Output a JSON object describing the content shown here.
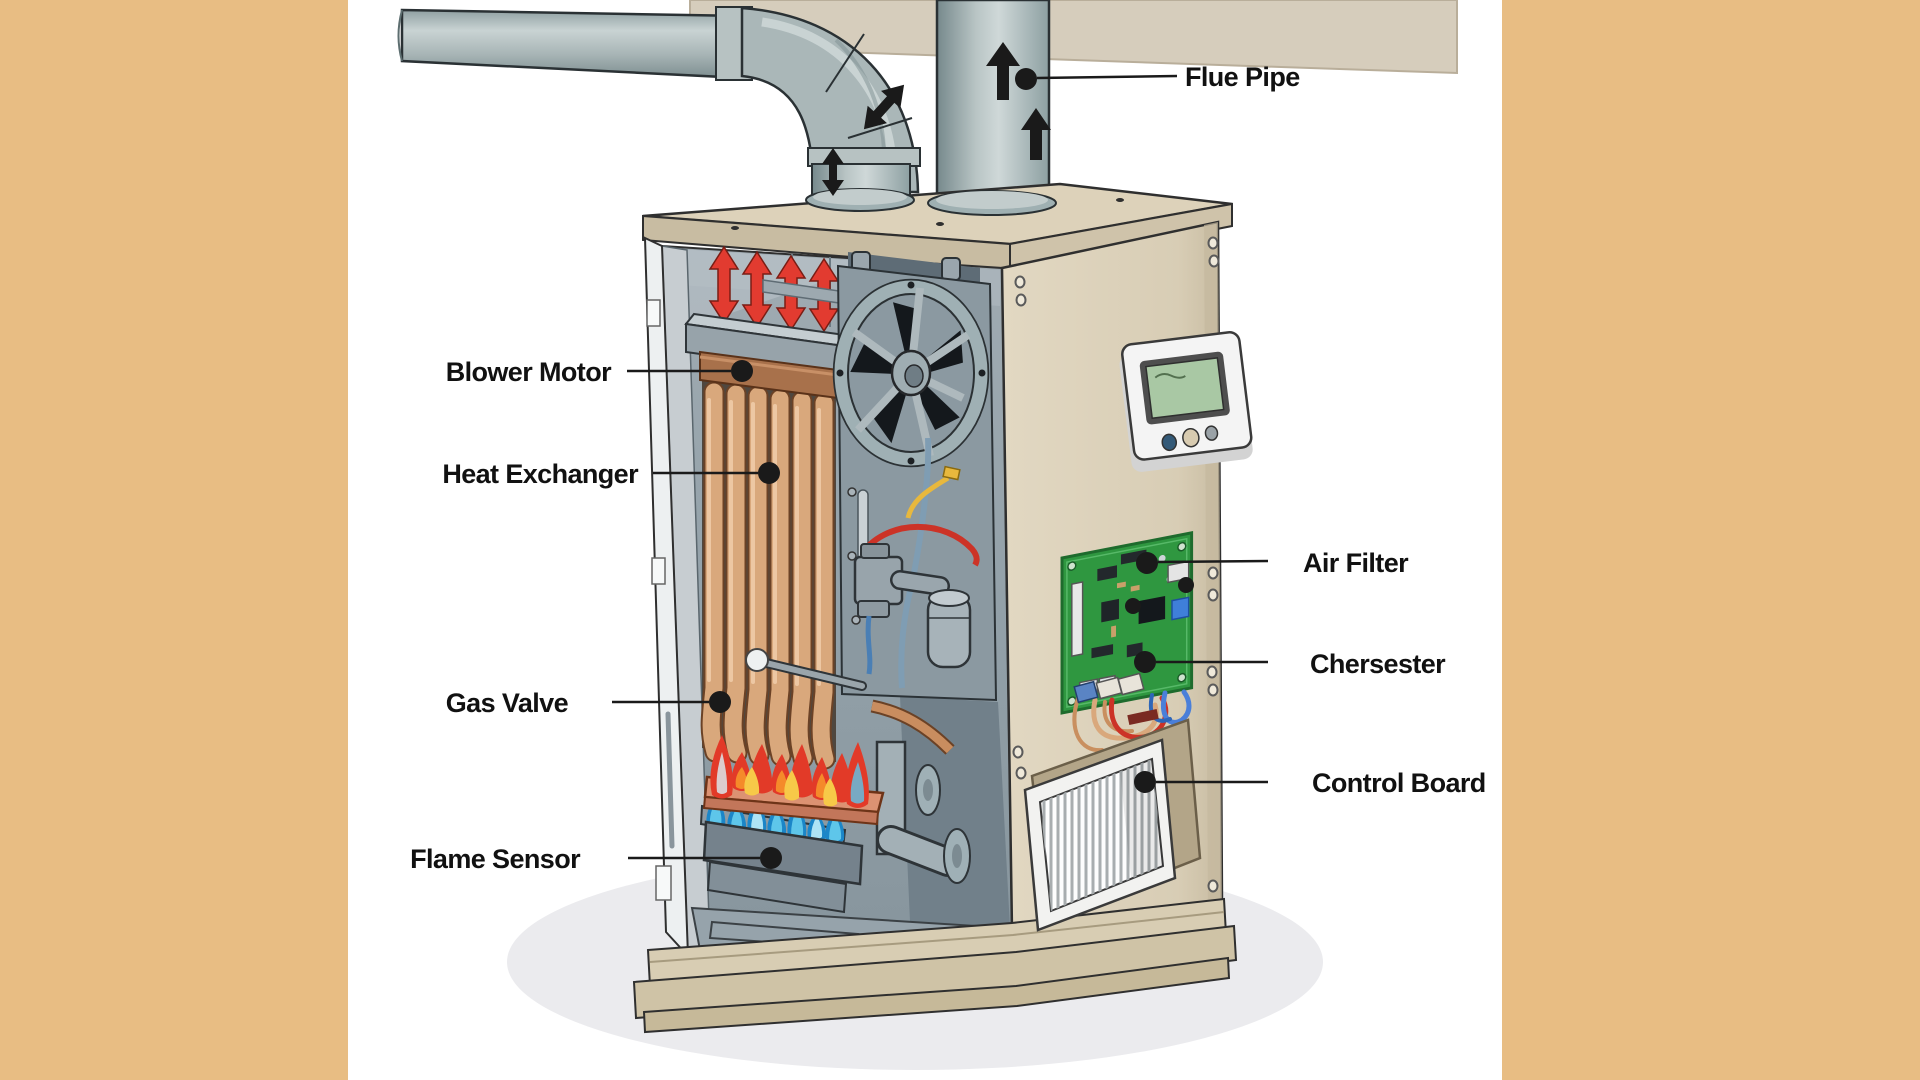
{
  "scene": {
    "type_note": "furnace cutaway diagram",
    "labels": {
      "flue_pipe": "Flue Pipe",
      "blower_motor": "Blower Motor",
      "heat_exchanger": "Heat Exchanger",
      "gas_valve": "Gas Valve",
      "flame_sensor": "Flame Sensor",
      "air_filter": "Air Filter",
      "chersester": "Chersester",
      "control_board": "Control Board"
    },
    "colors": {
      "side_bars": "#e8bd83",
      "wall_band": "#d6cdbc",
      "background": "#ffffff",
      "label_text": "#111111",
      "leader_line": "#1a1a1a",
      "airflow_arrow_red": "#e23b30",
      "flue_arrow_black": "#1a1a1a",
      "pipe_gray": "#aab7b8",
      "cabinet_beige": "#ddd3bd",
      "copper_tube": "#d9a87c",
      "flame_red": "#e23a28",
      "flame_orange": "#f58a2a",
      "flame_yellow": "#f7c948",
      "flame_blue": "#5ec6ea",
      "pcb_green": "#2f9740",
      "thermostat_lcd": "#a9c8a4",
      "shadow": "#ebebee"
    }
  }
}
